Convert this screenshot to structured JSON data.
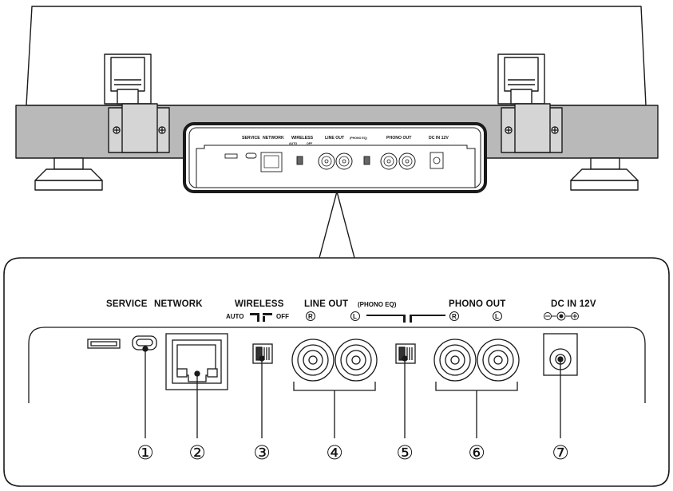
{
  "labels": {
    "service": "SERVICE",
    "network": "NETWORK",
    "wireless": "WIRELESS",
    "auto": "AUTO",
    "off": "OFF",
    "line_out": "LINE OUT",
    "phono_eq": "(PHONO EQ)",
    "phono_out": "PHONO OUT",
    "dc_in": "DC IN 12V",
    "channel_r": "R",
    "channel_l": "L"
  },
  "callouts": [
    "①",
    "②",
    "③",
    "④",
    "⑤",
    "⑥",
    "⑦"
  ],
  "colors": {
    "line": "#1a1a1a",
    "body_fill": "#ffffff",
    "rear_panel_fill": "#b9b9b9",
    "background": "#ffffff"
  }
}
